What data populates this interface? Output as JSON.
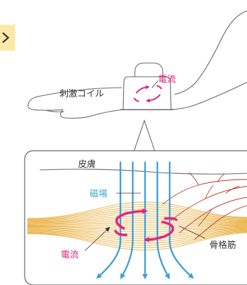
{
  "diagram": {
    "labels": {
      "coil": "刺激コイル",
      "current_top": "電流",
      "skin": "皮膚",
      "magnetic_field": "磁場",
      "current_bottom": "電流",
      "skeletal_muscle": "骨格筋"
    },
    "colors": {
      "line": "#666666",
      "text": "#333333",
      "current": "#e4237f",
      "magnetic_field": "#3ea0d8",
      "muscle": "#e8b040",
      "nerve": "#b8361e",
      "corner_badge": "#fde9a6"
    },
    "icons": {
      "corner": "chevron-icon"
    }
  }
}
